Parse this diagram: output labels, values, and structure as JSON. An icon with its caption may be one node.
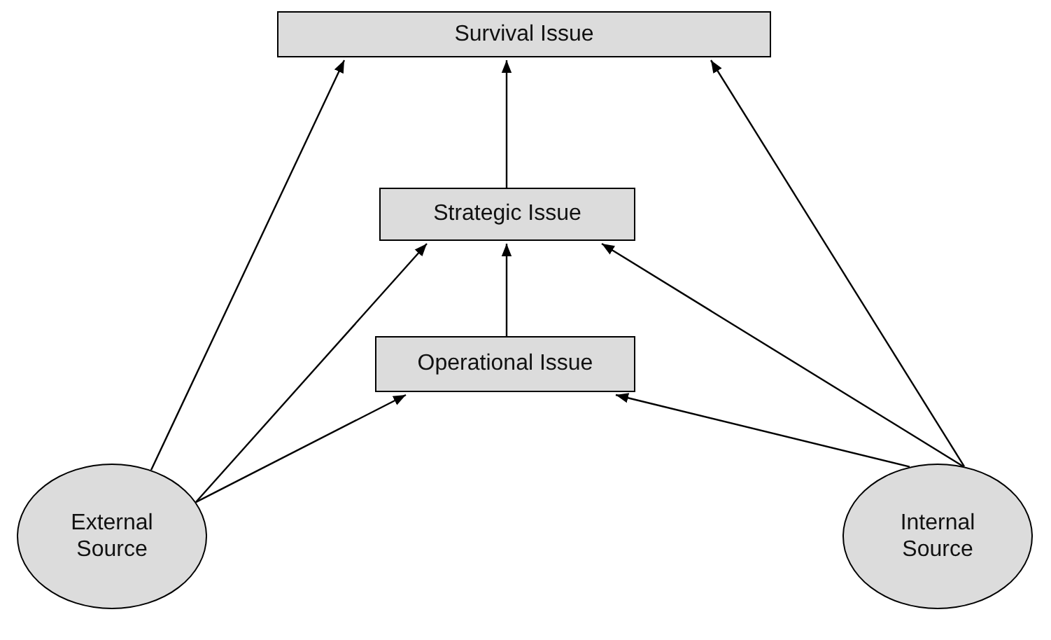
{
  "diagram": {
    "nodes": [
      {
        "text": [
          "Survival Issue"
        ]
      },
      {
        "text": [
          "Strategic Issue"
        ]
      },
      {
        "text": [
          "Operational Issue"
        ]
      },
      {
        "text": [
          "External Source"
        ]
      },
      {
        "text": [
          "Internal Source"
        ]
      }
    ],
    "edges": [
      {
        "from": 3,
        "to": 0,
        "arrow": "to"
      },
      {
        "from": 3,
        "to": 1,
        "arrow": "to"
      },
      {
        "from": 3,
        "to": 2,
        "arrow": "to"
      },
      {
        "from": 2,
        "to": 1,
        "arrow": "to"
      },
      {
        "from": 1,
        "to": 0,
        "arrow": "to"
      },
      {
        "from": 4,
        "to": 0,
        "arrow": "to"
      },
      {
        "from": 4,
        "to": 1,
        "arrow": "to"
      },
      {
        "from": 4,
        "to": 2,
        "arrow": "to"
      }
    ]
  }
}
